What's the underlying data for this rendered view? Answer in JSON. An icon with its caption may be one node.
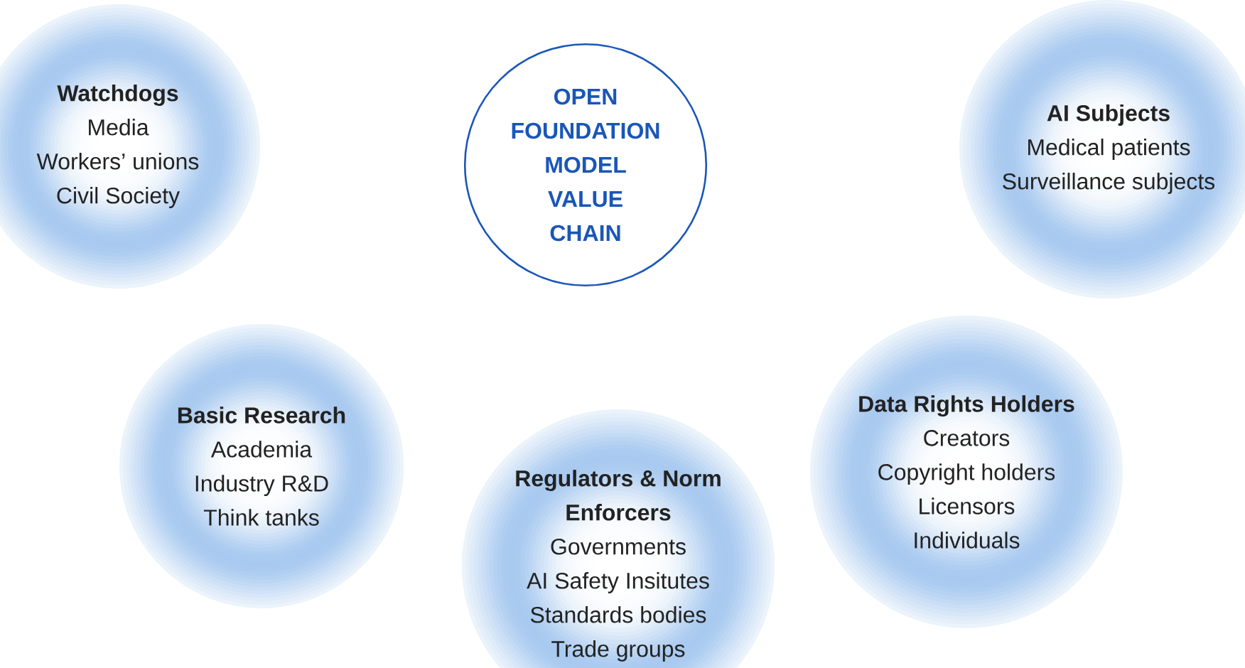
{
  "diagram": {
    "nodes": [
      {
        "text": [
          "OPEN FOUNDATION MODEL VALUE CHAIN"
        ]
      },
      {
        "text": [
          "Watchdogs",
          "Media",
          "Workers’ unions",
          "Civil Society"
        ]
      },
      {
        "text": [
          "AI Subjects",
          "Medical patients",
          "Surveillance subjects"
        ]
      },
      {
        "text": [
          "Basic Research",
          "Academia",
          "Industry R&D",
          "Think tanks"
        ]
      },
      {
        "text": [
          "Data Rights Holders",
          "Creators",
          "Copyright holders",
          "Licensors",
          "Individuals"
        ]
      },
      {
        "text": [
          "Regulators & Norm Enforcers",
          "Governments",
          "AI Safety Insitutes",
          "Standards bodies",
          "Trade groups"
        ]
      }
    ]
  }
}
